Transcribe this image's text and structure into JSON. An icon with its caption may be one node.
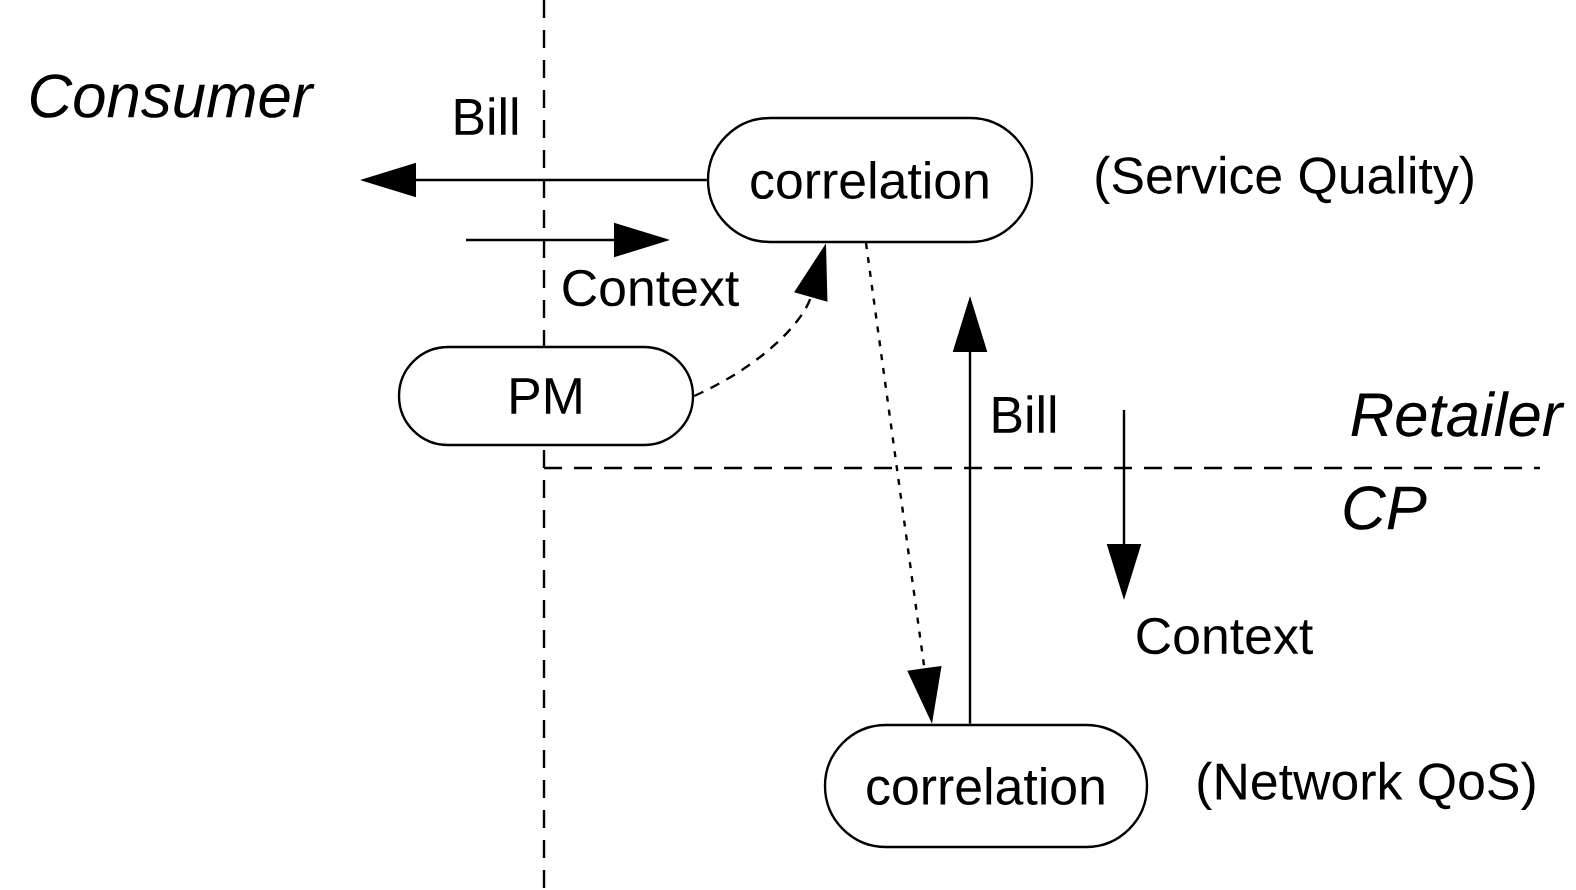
{
  "diagram": {
    "nodes": [
      {
        "text": [
          "correlation"
        ],
        "beside": [
          "(Service Quality)"
        ]
      },
      {
        "text": [
          "PM"
        ]
      },
      {
        "text": [
          "correlation"
        ],
        "beside": [
          "(Network QoS)"
        ]
      }
    ],
    "edges": [
      {
        "from": 0,
        "to": null,
        "arrow": "to",
        "label": "Bill"
      },
      {
        "from": 1,
        "to": 0,
        "arrow": "to",
        "style": "dashed"
      },
      {
        "from": 0,
        "to": 2,
        "arrow": "to",
        "style": "dashed"
      },
      {
        "from": 2,
        "to": null,
        "arrow": "to",
        "label": "Bill"
      }
    ],
    "labels": [
      "Consumer",
      "Context",
      "Retailer",
      "CP",
      "Context"
    ]
  }
}
